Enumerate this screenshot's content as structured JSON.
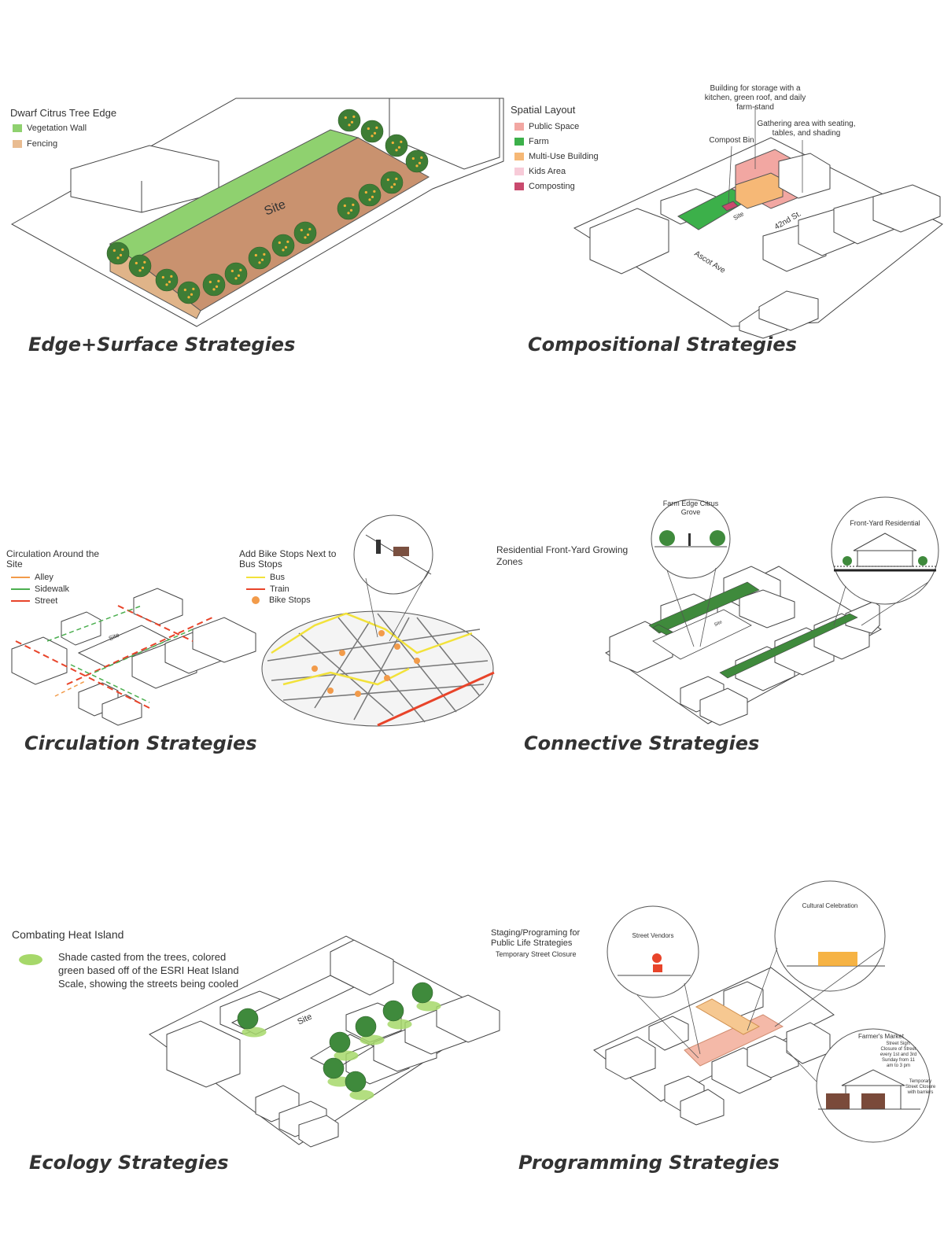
{
  "edge": {
    "title": "Edge+Surface Strategies",
    "legend_title": "Dwarf Citrus Tree Edge",
    "legend": [
      {
        "label": "Vegetation Wall",
        "color": "#8fd16f"
      },
      {
        "label": "Fencing",
        "color": "#e9bc91"
      }
    ],
    "site_label": "Site"
  },
  "compositional": {
    "title": "Compositional Strategies",
    "legend_title": "Spatial Layout",
    "legend": [
      {
        "label": "Public Space",
        "color": "#f2a7a2"
      },
      {
        "label": "Farm",
        "color": "#3cb04a"
      },
      {
        "label": "Multi-Use Building",
        "color": "#f6b876"
      },
      {
        "label": "Kids Area",
        "color": "#f7cbd8"
      },
      {
        "label": "Composting",
        "color": "#c94a6e"
      }
    ],
    "note_building": "Building for storage with a kitchen, green roof, and daily farm-stand",
    "note_gathering": "Gathering area with seating, tables, and shading",
    "note_compost": "Compost Bin",
    "street_1": "42nd St.",
    "street_2": "Ascot Ave",
    "site_label": "Site"
  },
  "circulation": {
    "title": "Circulation Strategies",
    "legend_title": "Circulation Around the Site",
    "legend": [
      {
        "label": "Alley",
        "color": "#f29b4a"
      },
      {
        "label": "Sidewalk",
        "color": "#4caf50"
      },
      {
        "label": "Street",
        "color": "#e8442a"
      }
    ],
    "legend2_title": "Add Bike Stops Next to Bus Stops",
    "legend2": [
      {
        "label": "Bus",
        "color": "#f2e23a"
      },
      {
        "label": "Train",
        "color": "#e8442a"
      },
      {
        "label": "Bike Stops",
        "color": "#f29b4a"
      }
    ],
    "site_label": "Site"
  },
  "connective": {
    "title": "Connective Strategies",
    "note_residential": "Residential Front-Yard Growing Zones",
    "callout_1": "Farm Edge Citrus Grove",
    "callout_2": "Front-Yard Residential",
    "site_label": "Site"
  },
  "ecology": {
    "title": "Ecology Strategies",
    "legend_title": "Combating Heat Island",
    "legend_text": "Shade casted from the trees, colored green based off of the ESRI Heat Island Scale, showing the streets being cooled",
    "shade_color": "#a6d86a",
    "site_label": "Site"
  },
  "programming": {
    "title": "Programming Strategies",
    "note_staging": "Staging/Programing for Public Life Strategies",
    "note_closure": "Temporary Street Closure",
    "callout_vendors": "Street Vendors",
    "callout_cultural": "Cultural Celebration",
    "callout_market": "Farmer's Market",
    "market_note_1": "Street Sign: Closure of Street every 1st and 3rd Sunday from 11 am to 3 pm",
    "market_note_2": "Temporary Street Closure with barriers"
  }
}
